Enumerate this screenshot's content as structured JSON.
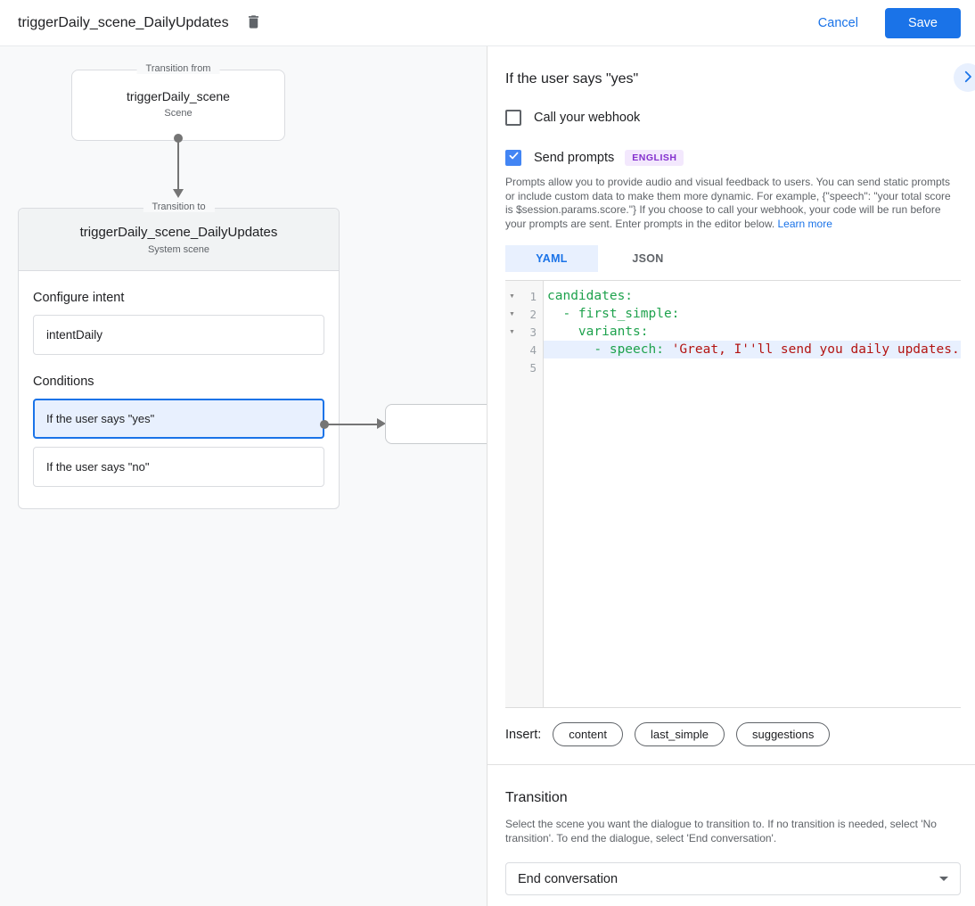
{
  "topbar": {
    "title": "triggerDaily_scene_DailyUpdates",
    "cancel_label": "Cancel",
    "save_label": "Save"
  },
  "diagram": {
    "from_legend": "Transition from",
    "from_title": "triggerDaily_scene",
    "from_subtitle": "Scene",
    "to_legend": "Transition to",
    "to_title": "triggerDaily_scene_DailyUpdates",
    "to_subtitle": "System scene",
    "configure_intent_label": "Configure intent",
    "intent_value": "intentDaily",
    "conditions_label": "Conditions",
    "condition_yes": "If the user says \"yes\"",
    "condition_no": "If the user says \"no\""
  },
  "panel": {
    "heading": "If the user says \"yes\"",
    "webhook_label": "Call your webhook",
    "prompts_label": "Send prompts",
    "language_badge": "ENGLISH",
    "description": "Prompts allow you to provide audio and visual feedback to users. You can send static prompts or include custom data to make them more dynamic. For example, {\"speech\": \"your total score is $session.params.score.\"} If you choose to call your webhook, your code will be run before your prompts are sent. Enter prompts in the editor below.",
    "learn_more_label": "Learn more",
    "tabs": {
      "yaml": "YAML",
      "json": "JSON"
    },
    "insert_label": "Insert:",
    "chips": [
      "content",
      "last_simple",
      "suggestions"
    ],
    "transition": {
      "heading": "Transition",
      "description": "Select the scene you want the dialogue to transition to. If no transition is needed, select 'No transition'. To end the dialogue, select 'End conversation'.",
      "selected_value": "End conversation"
    }
  },
  "editor": {
    "lines": [
      {
        "num": "1",
        "fold": "▼",
        "green": "candidates:",
        "red": ""
      },
      {
        "num": "2",
        "fold": "▼",
        "green": "  - first_simple:",
        "red": ""
      },
      {
        "num": "3",
        "fold": "▼",
        "green": "    variants:",
        "red": ""
      },
      {
        "num": "4",
        "fold": "",
        "green": "      - speech: ",
        "red": "'Great, I''ll send you daily updates."
      },
      {
        "num": "5",
        "fold": "",
        "green": "",
        "red": ""
      }
    ]
  },
  "icons": {
    "delete": "trash",
    "panel_toggle": "chevron-right",
    "checkbox_check": "check",
    "dropdown": "caret-down",
    "code_fold": "triangle-down"
  },
  "colors": {
    "accent_blue": "#1a73e8",
    "checkbox_checked": "#4285f4",
    "selected_bg": "#e8f0fe",
    "code_key_green": "#1ea24d",
    "code_string_red": "#b31412",
    "badge_text": "#8430ce",
    "badge_bg": "#f3e8fd",
    "left_panel_bg": "#f8f9fa"
  }
}
